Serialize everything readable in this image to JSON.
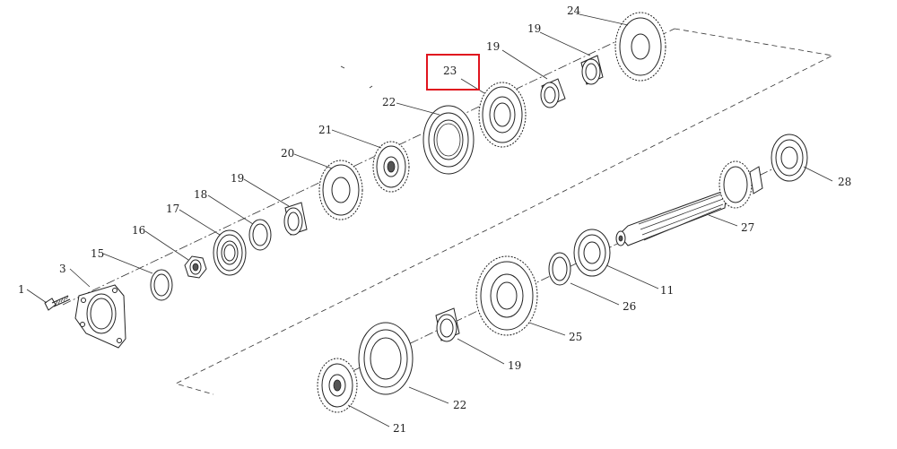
{
  "callouts": {
    "c1": "1",
    "c3": "3",
    "c15": "15",
    "c16": "16",
    "c17": "17",
    "c18": "18",
    "c19a": "19",
    "c20": "20",
    "c21a": "21",
    "c22a": "22",
    "c23": "23",
    "c19b": "19",
    "c19c": "19",
    "c24": "24",
    "c28": "28",
    "c27": "27",
    "c11": "11",
    "c26": "26",
    "c25": "25",
    "c19d": "19",
    "c22b": "22",
    "c21b": "21"
  },
  "highlight_color": "#e0141e"
}
